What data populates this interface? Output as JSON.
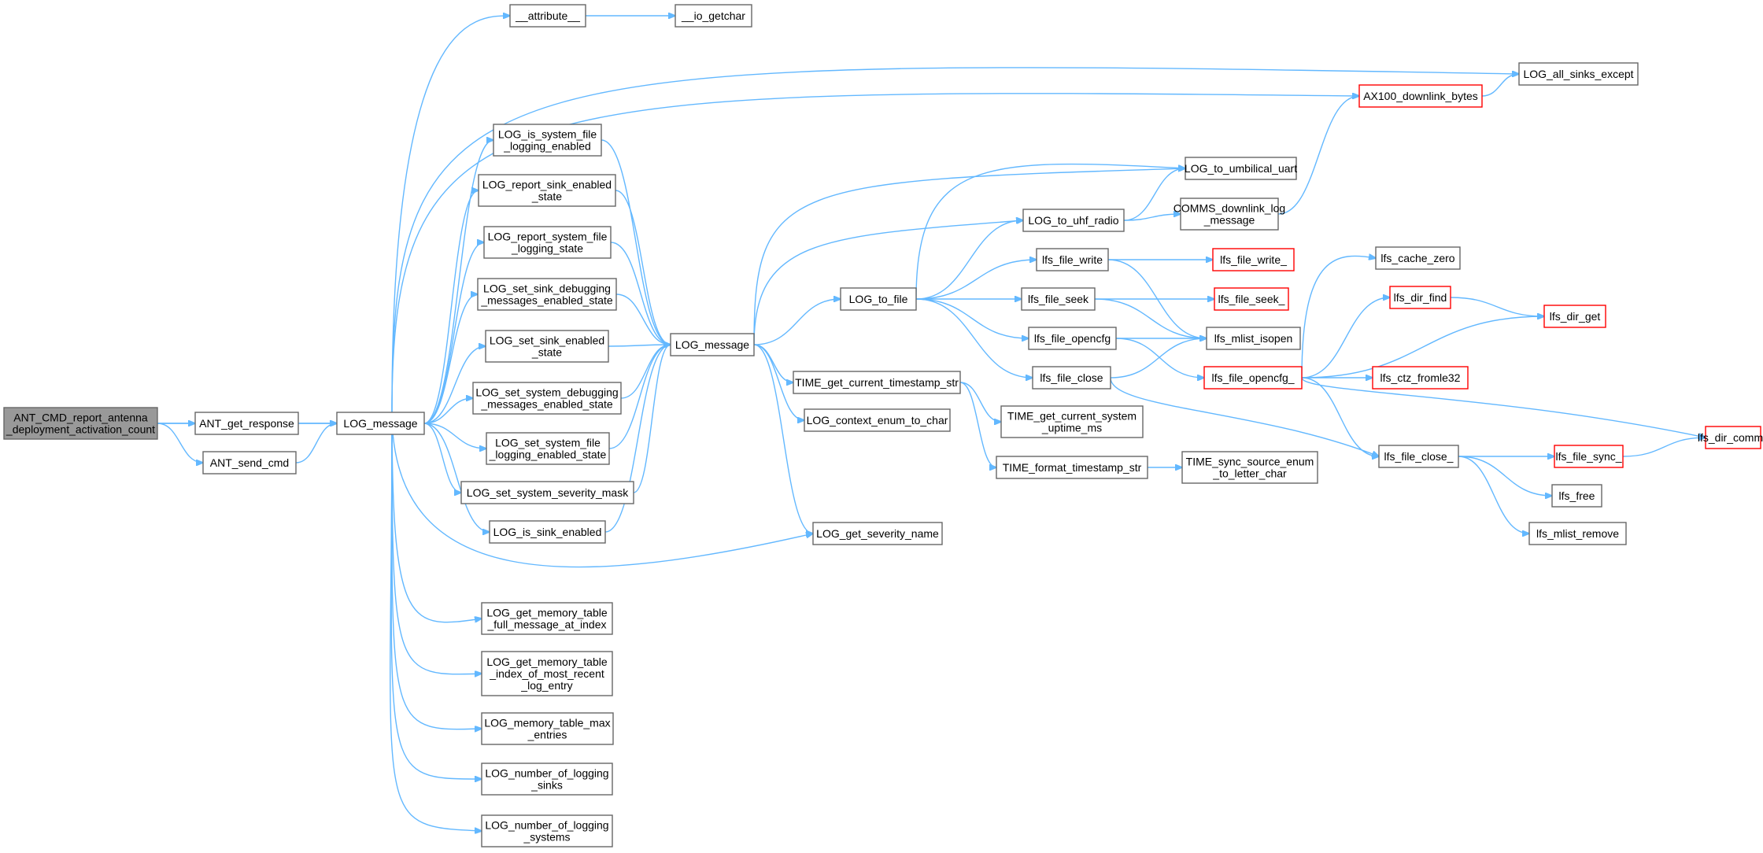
{
  "diagram": {
    "node_style": {
      "border": "#666666",
      "root_fill": "#999999",
      "truncated_border": "#ff0000",
      "edge_color": "#63b8ff"
    },
    "nodes": [
      {
        "id": "n0",
        "lines": [
          "ANT_CMD_report_antenna",
          "_deployment_activation_count"
        ],
        "kind": "root"
      },
      {
        "id": "n1",
        "lines": [
          "ANT_get_response"
        ]
      },
      {
        "id": "n2",
        "lines": [
          "ANT_send_cmd"
        ]
      },
      {
        "id": "n3",
        "lines": [
          "LOG_message"
        ]
      },
      {
        "id": "n4",
        "lines": [
          "__attribute__"
        ]
      },
      {
        "id": "n5",
        "lines": [
          "__io_getchar"
        ]
      },
      {
        "id": "n6",
        "lines": [
          "LOG_all_sinks_except"
        ]
      },
      {
        "id": "n7",
        "lines": [
          "AX100_downlink_bytes"
        ],
        "kind": "truncated"
      },
      {
        "id": "n8",
        "lines": [
          "LOG_is_system_file",
          "_logging_enabled"
        ]
      },
      {
        "id": "n9",
        "lines": [
          "LOG_report_sink_enabled",
          "_state"
        ]
      },
      {
        "id": "n10",
        "lines": [
          "LOG_report_system_file",
          "_logging_state"
        ]
      },
      {
        "id": "n11",
        "lines": [
          "LOG_set_sink_debugging",
          "_messages_enabled_state"
        ]
      },
      {
        "id": "n12",
        "lines": [
          "LOG_set_sink_enabled",
          "_state"
        ]
      },
      {
        "id": "n13",
        "lines": [
          "LOG_set_system_debugging",
          "_messages_enabled_state"
        ]
      },
      {
        "id": "n14",
        "lines": [
          "LOG_set_system_file",
          "_logging_enabled_state"
        ]
      },
      {
        "id": "n15",
        "lines": [
          "LOG_set_system_severity_mask"
        ]
      },
      {
        "id": "n16",
        "lines": [
          "LOG_is_sink_enabled"
        ]
      },
      {
        "id": "n17",
        "lines": [
          "LOG_get_memory_table",
          "_full_message_at_index"
        ]
      },
      {
        "id": "n18",
        "lines": [
          "LOG_get_memory_table",
          "_index_of_most_recent",
          "_log_entry"
        ]
      },
      {
        "id": "n19",
        "lines": [
          "LOG_memory_table_max",
          "_entries"
        ]
      },
      {
        "id": "n20",
        "lines": [
          "LOG_number_of_logging",
          "_sinks"
        ]
      },
      {
        "id": "n21",
        "lines": [
          "LOG_number_of_logging",
          "_systems"
        ]
      },
      {
        "id": "n22",
        "lines": [
          "LOG_message"
        ]
      },
      {
        "id": "n23",
        "lines": [
          "LOG_get_severity_name"
        ]
      },
      {
        "id": "n24",
        "lines": [
          "LOG_to_file"
        ]
      },
      {
        "id": "n25",
        "lines": [
          "TIME_get_current_timestamp_str"
        ]
      },
      {
        "id": "n26",
        "lines": [
          "LOG_context_enum_to_char"
        ]
      },
      {
        "id": "n27",
        "lines": [
          "LOG_to_umbilical_uart"
        ]
      },
      {
        "id": "n28",
        "lines": [
          "LOG_to_uhf_radio"
        ]
      },
      {
        "id": "n29",
        "lines": [
          "COMMS_downlink_log",
          "_message"
        ]
      },
      {
        "id": "n30",
        "lines": [
          "lfs_file_write"
        ]
      },
      {
        "id": "n31",
        "lines": [
          "lfs_file_seek"
        ]
      },
      {
        "id": "n32",
        "lines": [
          "lfs_file_opencfg"
        ]
      },
      {
        "id": "n33",
        "lines": [
          "lfs_file_close"
        ]
      },
      {
        "id": "n34",
        "lines": [
          "lfs_file_write_"
        ],
        "kind": "truncated"
      },
      {
        "id": "n35",
        "lines": [
          "lfs_file_seek_"
        ],
        "kind": "truncated"
      },
      {
        "id": "n36",
        "lines": [
          "lfs_mlist_isopen"
        ]
      },
      {
        "id": "n37",
        "lines": [
          "lfs_file_opencfg_"
        ],
        "kind": "truncated"
      },
      {
        "id": "n38",
        "lines": [
          "TIME_get_current_system",
          "_uptime_ms"
        ]
      },
      {
        "id": "n39",
        "lines": [
          "TIME_format_timestamp_str"
        ]
      },
      {
        "id": "n40",
        "lines": [
          "TIME_sync_source_enum",
          "_to_letter_char"
        ]
      },
      {
        "id": "n41",
        "lines": [
          "lfs_cache_zero"
        ]
      },
      {
        "id": "n42",
        "lines": [
          "lfs_dir_find"
        ],
        "kind": "truncated"
      },
      {
        "id": "n43",
        "lines": [
          "lfs_dir_get"
        ],
        "kind": "truncated"
      },
      {
        "id": "n44",
        "lines": [
          "lfs_ctz_fromle32"
        ],
        "kind": "truncated"
      },
      {
        "id": "n45",
        "lines": [
          "lfs_dir_commit"
        ],
        "kind": "truncated"
      },
      {
        "id": "n46",
        "lines": [
          "lfs_file_close_"
        ]
      },
      {
        "id": "n47",
        "lines": [
          "lfs_file_sync_"
        ],
        "kind": "truncated"
      },
      {
        "id": "n48",
        "lines": [
          "lfs_free"
        ]
      },
      {
        "id": "n49",
        "lines": [
          "lfs_mlist_remove"
        ]
      }
    ],
    "edges": [
      [
        "n0",
        "n1"
      ],
      [
        "n0",
        "n2"
      ],
      [
        "n0",
        "n3"
      ],
      [
        "n1",
        "n3"
      ],
      [
        "n2",
        "n3"
      ],
      [
        "n3",
        "n4"
      ],
      [
        "n3",
        "n6"
      ],
      [
        "n3",
        "n7"
      ],
      [
        "n3",
        "n8"
      ],
      [
        "n3",
        "n9"
      ],
      [
        "n3",
        "n10"
      ],
      [
        "n3",
        "n11"
      ],
      [
        "n3",
        "n12"
      ],
      [
        "n3",
        "n13"
      ],
      [
        "n3",
        "n14"
      ],
      [
        "n3",
        "n15"
      ],
      [
        "n3",
        "n16"
      ],
      [
        "n3",
        "n23"
      ],
      [
        "n3",
        "n17"
      ],
      [
        "n3",
        "n18"
      ],
      [
        "n3",
        "n19"
      ],
      [
        "n3",
        "n20"
      ],
      [
        "n3",
        "n21"
      ],
      [
        "n4",
        "n5"
      ],
      [
        "n7",
        "n6"
      ],
      [
        "n8",
        "n22"
      ],
      [
        "n9",
        "n22"
      ],
      [
        "n10",
        "n22"
      ],
      [
        "n11",
        "n22"
      ],
      [
        "n12",
        "n22"
      ],
      [
        "n13",
        "n22"
      ],
      [
        "n14",
        "n22"
      ],
      [
        "n15",
        "n22"
      ],
      [
        "n16",
        "n22"
      ],
      [
        "n22",
        "n27"
      ],
      [
        "n22",
        "n28"
      ],
      [
        "n22",
        "n24"
      ],
      [
        "n22",
        "n25"
      ],
      [
        "n22",
        "n26"
      ],
      [
        "n22",
        "n23"
      ],
      [
        "n24",
        "n27"
      ],
      [
        "n24",
        "n28"
      ],
      [
        "n24",
        "n30"
      ],
      [
        "n24",
        "n31"
      ],
      [
        "n24",
        "n32"
      ],
      [
        "n24",
        "n33"
      ],
      [
        "n28",
        "n27"
      ],
      [
        "n28",
        "n29"
      ],
      [
        "n29",
        "n7"
      ],
      [
        "n30",
        "n34"
      ],
      [
        "n30",
        "n36"
      ],
      [
        "n31",
        "n35"
      ],
      [
        "n31",
        "n36"
      ],
      [
        "n32",
        "n36"
      ],
      [
        "n32",
        "n37"
      ],
      [
        "n33",
        "n36"
      ],
      [
        "n33",
        "n46"
      ],
      [
        "n25",
        "n38"
      ],
      [
        "n25",
        "n39"
      ],
      [
        "n39",
        "n40"
      ],
      [
        "n37",
        "n41"
      ],
      [
        "n37",
        "n42"
      ],
      [
        "n37",
        "n43"
      ],
      [
        "n37",
        "n44"
      ],
      [
        "n37",
        "n45"
      ],
      [
        "n37",
        "n46"
      ],
      [
        "n42",
        "n43"
      ],
      [
        "n46",
        "n47"
      ],
      [
        "n46",
        "n48"
      ],
      [
        "n46",
        "n49"
      ],
      [
        "n47",
        "n45"
      ]
    ]
  }
}
